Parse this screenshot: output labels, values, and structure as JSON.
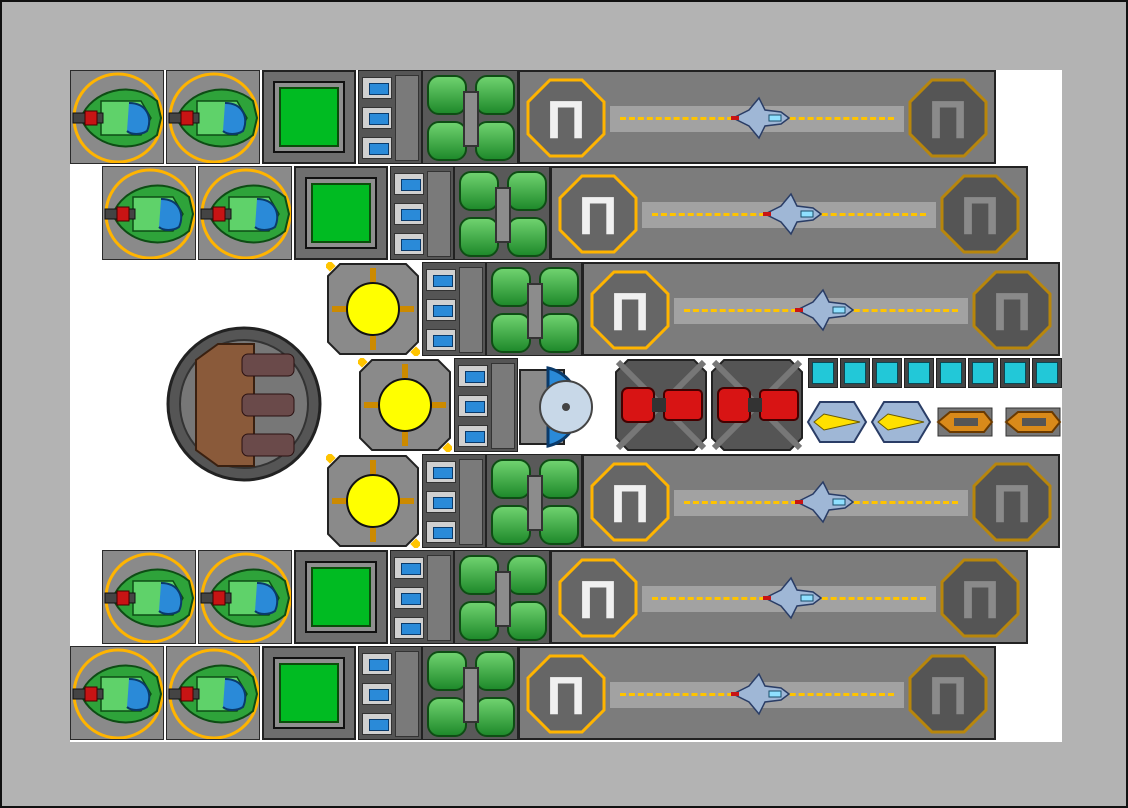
{
  "game": {
    "view": "ship-builder-topdown",
    "colors": {
      "background": "#b3b3b3",
      "canvas": "#ffffff",
      "hangar_floor": "#7c7c7c",
      "lane_marking": "#ffc400",
      "screen_green": "#00bb22",
      "reactor_yellow": "#ffff00",
      "tank_green": "#2ea33a",
      "energy_cyan": "#22c8d8",
      "weapon_red": "#d81414"
    },
    "hangar_pad_glyph": "Π",
    "rows": [
      {
        "id": "row-1",
        "modules": [
          "turret",
          "turret",
          "control-panel",
          "vent-stack",
          "fuel-tanks",
          "hangar"
        ]
      },
      {
        "id": "row-2",
        "modules": [
          "turret",
          "turret",
          "control-panel",
          "vent-stack",
          "fuel-tanks",
          "hangar"
        ]
      },
      {
        "id": "row-3",
        "modules": [
          "reactor",
          "vent-stack",
          "fuel-tanks",
          "hangar"
        ]
      },
      {
        "id": "row-4",
        "modules": [
          "main-cannon",
          "reactor",
          "vent-stack",
          "shield-generator",
          "weapon-red",
          "weapon-red",
          "energy-cells",
          "missiles"
        ]
      },
      {
        "id": "row-5",
        "modules": [
          "reactor",
          "vent-stack",
          "fuel-tanks",
          "hangar"
        ]
      },
      {
        "id": "row-6",
        "modules": [
          "turret",
          "turret",
          "control-panel",
          "vent-stack",
          "fuel-tanks",
          "hangar"
        ]
      },
      {
        "id": "row-7",
        "modules": [
          "turret",
          "turret",
          "control-panel",
          "vent-stack",
          "fuel-tanks",
          "hangar"
        ]
      }
    ],
    "icons": {
      "turret": "green-turret-icon",
      "reactor": "reactor-core-icon",
      "fighter": "fighter-ship-icon",
      "pad": "landing-pad-icon",
      "cannon": "triple-cannon-icon",
      "shield": "shield-generator-icon",
      "missile": "missile-icon"
    }
  }
}
